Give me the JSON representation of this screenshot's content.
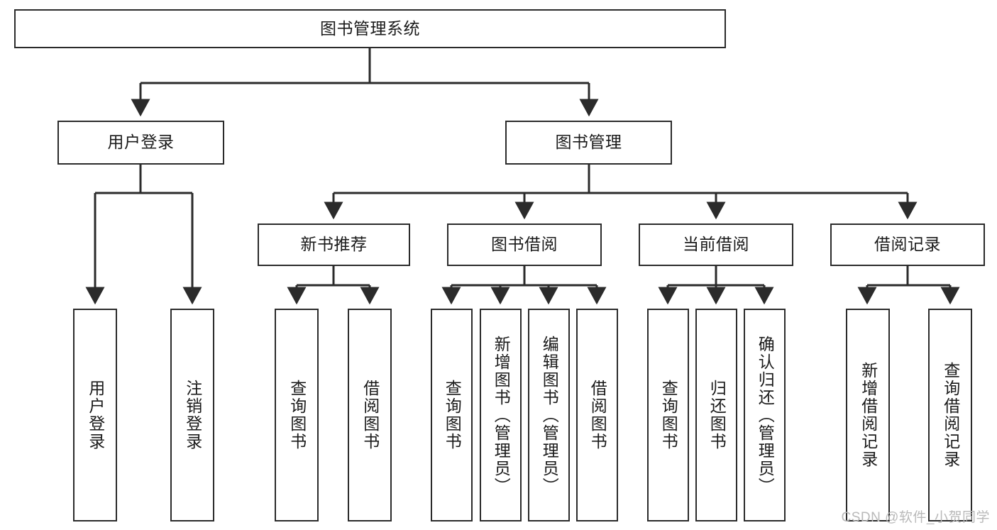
{
  "diagram": {
    "title": "图书管理系统",
    "watermark": "CSDN @软件_小贺同学",
    "colors": {
      "background": "#ffffff",
      "border": "#2b2b2b",
      "text": "#1a1a1a",
      "connector": "#2b2b2b",
      "watermark": "#b9b9b9"
    },
    "levels": {
      "root": {
        "label": "图书管理系统"
      },
      "level2": [
        {
          "label": "用户登录"
        },
        {
          "label": "图书管理"
        }
      ],
      "level3": [
        {
          "label": "新书推荐"
        },
        {
          "label": "图书借阅"
        },
        {
          "label": "当前借阅"
        },
        {
          "label": "借阅记录"
        }
      ],
      "leaves_user_login": [
        {
          "label": "用户登录"
        },
        {
          "label": "注销登录"
        }
      ],
      "leaves_new_book": [
        {
          "label": "查询图书"
        },
        {
          "label": "借阅图书"
        }
      ],
      "leaves_borrow": [
        {
          "label": "查询图书"
        },
        {
          "label": "新增图书（管理员）"
        },
        {
          "label": "编辑图书（管理员）"
        },
        {
          "label": "借阅图书"
        }
      ],
      "leaves_current": [
        {
          "label": "查询图书"
        },
        {
          "label": "归还图书"
        },
        {
          "label": "确认归还（管理员）"
        }
      ],
      "leaves_records": [
        {
          "label": "新增借阅记录"
        },
        {
          "label": "查询借阅记录"
        }
      ]
    }
  }
}
